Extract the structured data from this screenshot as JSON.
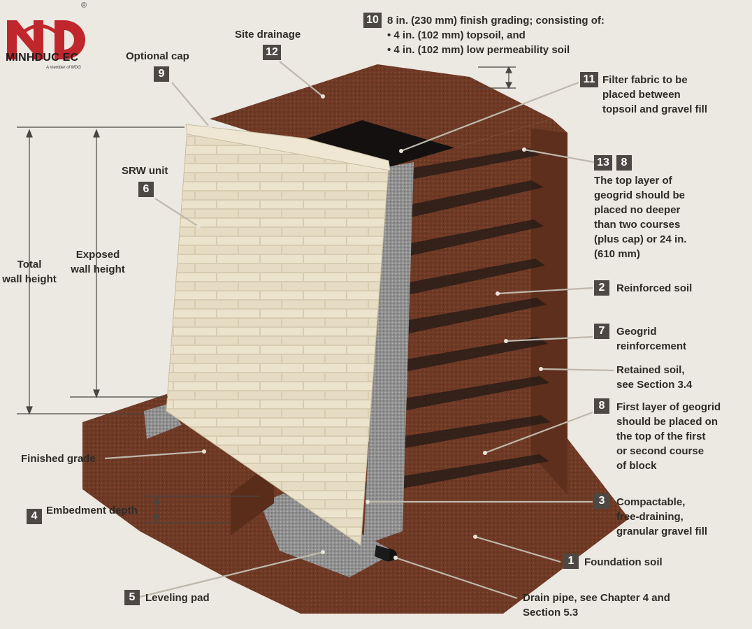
{
  "logo": {
    "brand": "MINHDUC EC",
    "tagline": "A member of MDG",
    "registered": "®",
    "mark_color": "#c0272d"
  },
  "callouts": {
    "c10": {
      "num": "10",
      "lines": [
        "8 in. (230 mm) finish grading; consisting of:",
        "• 4 in. (102 mm) topsoil, and",
        "• 4 in. (102 mm) low permeability soil"
      ]
    },
    "c12": {
      "num": "12",
      "label": "Site drainage"
    },
    "c9": {
      "num": "9",
      "label": "Optional cap"
    },
    "c11": {
      "num": "11",
      "lines": [
        "Filter fabric to be",
        "placed between",
        "topsoil and gravel fill"
      ]
    },
    "c13": {
      "num": "13",
      "num2": "8",
      "lines": [
        "The top layer of",
        "geogrid should be",
        "placed no deeper",
        "than two courses",
        "(plus cap) or 24 in.",
        "(610 mm)"
      ]
    },
    "c6": {
      "num": "6",
      "label": "SRW unit"
    },
    "total": {
      "lines": [
        "Total",
        "wall height"
      ]
    },
    "exposed": {
      "lines": [
        "Exposed",
        "wall height"
      ]
    },
    "c2": {
      "num": "2",
      "label": "Reinforced soil"
    },
    "c7": {
      "num": "7",
      "lines": [
        "Geogrid",
        "reinforcement"
      ]
    },
    "retained": {
      "lines": [
        "Retained soil,",
        "see Section 3.4"
      ]
    },
    "c8": {
      "num": "8",
      "lines": [
        "First layer of geogrid",
        "should be placed on",
        "the top of the first",
        "or second course",
        "of block"
      ]
    },
    "finished": {
      "label": "Finished grade"
    },
    "c4": {
      "num": "4",
      "label": "Embedment depth"
    },
    "c3": {
      "num": "3",
      "lines": [
        "Compactable,",
        "free-draining,",
        "granular gravel fill"
      ]
    },
    "c1": {
      "num": "1",
      "label": "Foundation soil"
    },
    "c5": {
      "num": "5",
      "label": "Leveling pad"
    },
    "drain": {
      "lines": [
        "Drain pipe, see Chapter 4 and",
        "Section 5.3"
      ]
    }
  },
  "colors": {
    "background": "#ece8e2",
    "soil": "#6e3a25",
    "block": "#e6dcc3",
    "gravel": "#8d8d8d",
    "badge": "#4d4843",
    "text": "#2e2a26"
  }
}
